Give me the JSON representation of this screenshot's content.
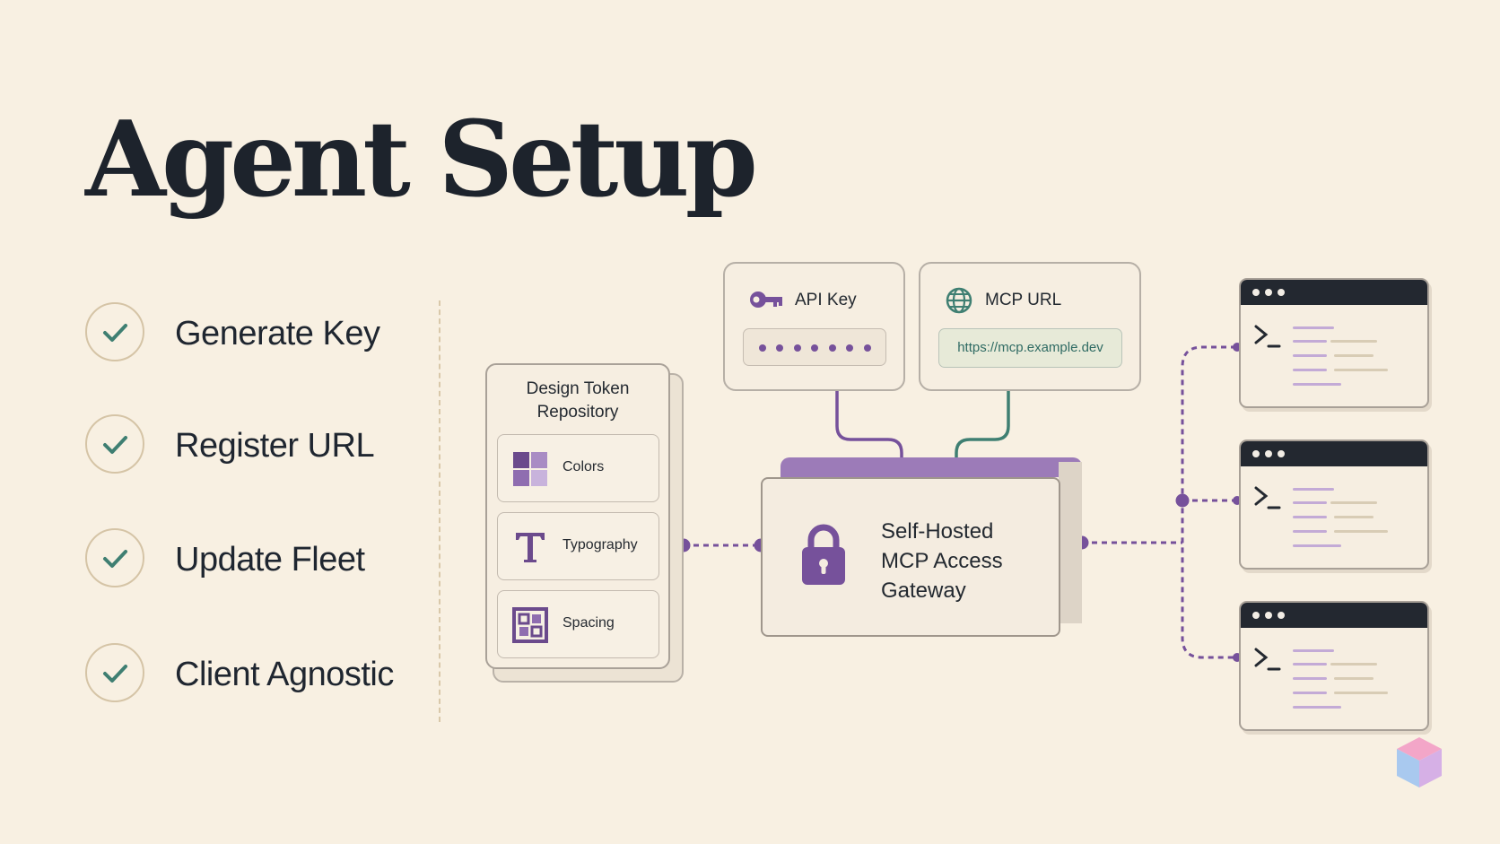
{
  "title": "Agent Setup",
  "checklist": [
    {
      "label": "Generate Key",
      "icon": "check-icon"
    },
    {
      "label": "Register URL",
      "icon": "check-icon"
    },
    {
      "label": "Update Fleet",
      "icon": "check-icon"
    },
    {
      "label": "Client Agnostic",
      "icon": "check-icon"
    }
  ],
  "repository": {
    "title_line1": "Design Token",
    "title_line2": "Repository",
    "items": [
      {
        "label": "Colors",
        "icon": "color-grid-icon"
      },
      {
        "label": "Typography",
        "icon": "typography-icon"
      },
      {
        "label": "Spacing",
        "icon": "spacing-icon"
      }
    ]
  },
  "api_key": {
    "label": "API Key",
    "icon": "key-icon",
    "masked_dots": 7
  },
  "mcp_url": {
    "label": "MCP URL",
    "icon": "globe-icon",
    "value": "https://mcp.example.dev"
  },
  "gateway": {
    "line1": "Self-Hosted",
    "line2": "MCP Access",
    "line3": "Gateway",
    "icon": "lock-icon"
  },
  "terminals": [
    {
      "icon": "terminal-prompt-icon"
    },
    {
      "icon": "terminal-prompt-icon"
    },
    {
      "icon": "terminal-prompt-icon"
    }
  ],
  "colors": {
    "accent_purple": "#76519b",
    "accent_teal": "#3f7f72",
    "background": "#f8f0e2",
    "ink": "#1f252d"
  }
}
